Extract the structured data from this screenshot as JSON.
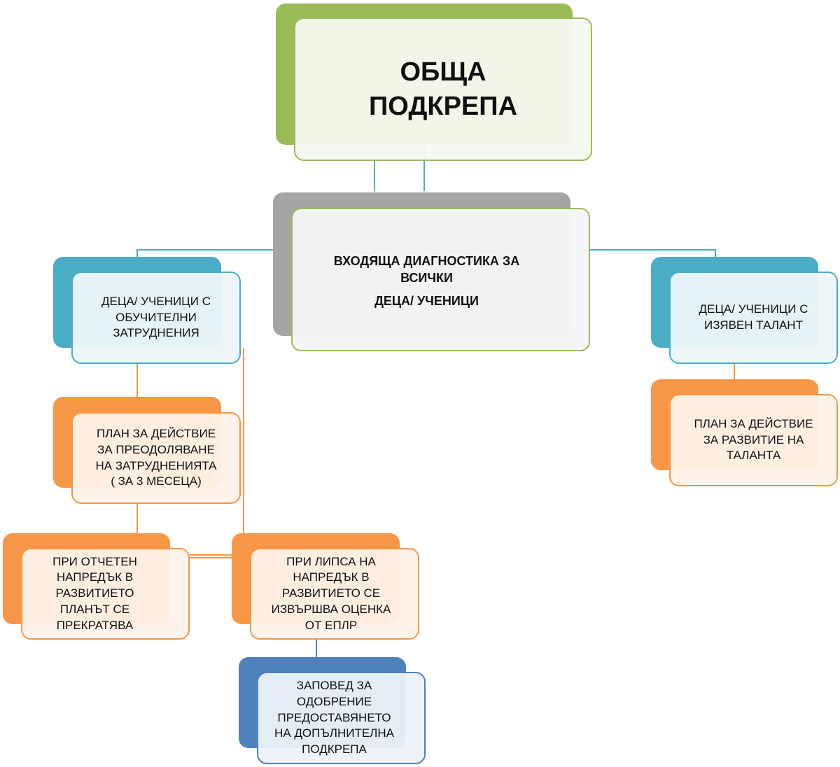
{
  "colors": {
    "green": "#9BBB59",
    "gray": "#A5A5A5",
    "teal": "#4BACC6",
    "orange": "#F79646",
    "blue": "#4F81BD"
  },
  "nodes": {
    "root": {
      "lines": [
        "ОБЩА",
        "ПОДКРЕПА"
      ]
    },
    "diagnostics": {
      "lines": [
        "ВХОДЯЩА ДИАГНОСТИКА ЗА",
        "ВСИЧКИ",
        "ДЕЦА/ УЧЕНИЦИ"
      ]
    },
    "difficulties": {
      "lines": [
        "ДЕЦА/ УЧЕНИЦИ С",
        "ОБУЧИТЕЛНИ",
        "ЗАТРУДНЕНИЯ"
      ]
    },
    "talent": {
      "lines": [
        "ДЕЦА/ УЧЕНИЦИ С",
        "ИЗЯВЕН ТАЛАНТ"
      ]
    },
    "plan_difficulties": {
      "lines": [
        "ПЛАН ЗА ДЕЙСТВИЕ",
        "ЗА ПРЕОДОЛЯВАНЕ",
        "НА ЗАТРУДНЕНИЯТА",
        "( ЗА 3 МЕСЕЦА)"
      ]
    },
    "plan_talent": {
      "lines": [
        "ПЛАН ЗА ДЕЙСТВИЕ",
        "ЗА РАЗВИТИЕ НА",
        "ТАЛАНТА"
      ]
    },
    "progress": {
      "lines": [
        "ПРИ ОТЧЕТЕН",
        "НАПРЕДЪК В",
        "РАЗВИТИЕТО",
        "ПЛАНЪТ СЕ",
        "ПРЕКРАТЯВА"
      ]
    },
    "no_progress": {
      "lines": [
        "ПРИ ЛИПСА НА",
        "НАПРЕДЪК В",
        "РАЗВИТИЕТО СЕ",
        "ИЗВЪРШВА ОЦЕНКА",
        "ОТ  ЕПЛР"
      ]
    },
    "order": {
      "lines": [
        "ЗАПОВЕД ЗА",
        "ОДОБРЕНИЕ",
        "ПРЕДОСТАВЯНЕТО",
        "НА  ДОПЪЛНИТЕЛНА",
        "ПОДКРЕПА"
      ]
    }
  }
}
